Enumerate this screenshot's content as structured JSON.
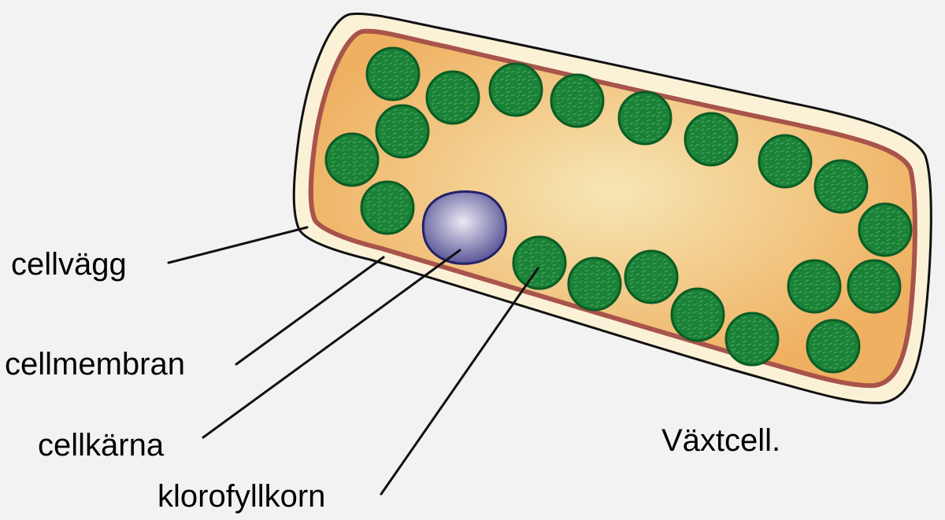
{
  "labels": {
    "cell_wall": "cellvägg",
    "cell_membrane": "cellmembran",
    "nucleus": "cellkärna",
    "chloroplast": "klorofyllkorn",
    "caption": "Växtcell."
  },
  "colors": {
    "background": "#f2f2f2",
    "cell_wall_fill": "#fbf1d6",
    "membrane": "#a8544b",
    "cytoplasm_outer": "#efb061",
    "cytoplasm_center": "#f6e6b4",
    "chloroplast_fill": "#1a8237",
    "chloroplast_stroke": "#0c5c24",
    "nucleus_outer": "#545293",
    "nucleus_center": "#ece8f4",
    "leader_line": "#111111"
  }
}
